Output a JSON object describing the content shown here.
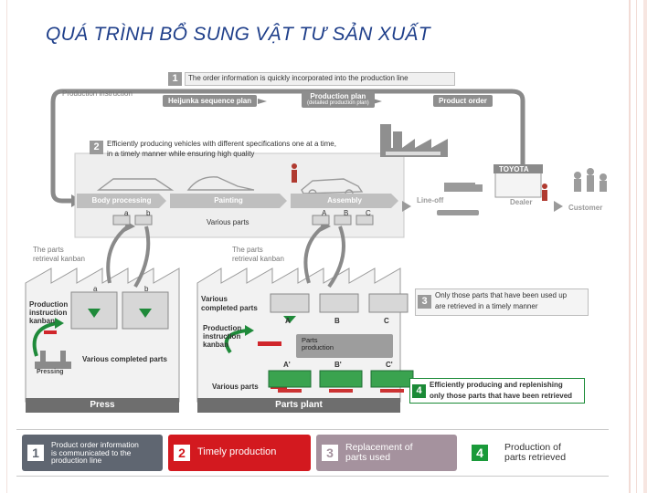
{
  "title": "QUÁ TRÌNH BỔ SUNG VẬT TƯ SẢN XUẤT",
  "diagram": {
    "step1_text": "The order information is quickly incorporated into the production line",
    "production_instruction": "Production instruction",
    "heijunka": "Heijunka sequence plan",
    "production_plan": "Production plan",
    "production_plan_sub": "(detailed production plan)",
    "product_order": "Product order",
    "step2_text_1": "Efficiently producing vehicles with different specifications one at a time,",
    "step2_text_2": "in a timely manner while ensuring high quality",
    "body_processing": "Body processing",
    "painting": "Painting",
    "assembly": "Assembly",
    "line_off": "Line-off",
    "toyota": "TOYOTA",
    "dealer": "Dealer",
    "customer": "Customer",
    "various_parts_top": "Various parts",
    "slot_a": "a",
    "slot_b": "b",
    "slot_A": "A",
    "slot_B": "B",
    "slot_C": "C",
    "slot_A2": "A'",
    "slot_B2": "B'",
    "slot_C2": "C'",
    "kanban_left_1": "The parts",
    "kanban_left_2": "retrieval kanban",
    "kanban_right_1": "The parts",
    "kanban_right_2": "retrieval kanban",
    "press_pik_1": "Production",
    "press_pik_2": "instruction",
    "press_pik_3": "kanban",
    "pressing": "Pressing",
    "press_completed": "Various completed parts",
    "press": "Press",
    "pp_completed_1": "Various",
    "pp_completed_2": "completed parts",
    "pp_pik_1": "Production",
    "pp_pik_2": "instruction",
    "pp_pik_3": "kanban",
    "parts_production_1": "Parts",
    "parts_production_2": "production",
    "pp_various_parts": "Various parts",
    "parts_plant": "Parts plant",
    "step3_text_1": "Only those parts that have been used up",
    "step3_text_2": "are retrieved in a timely manner",
    "step4_text_1": "Efficiently producing and replenishing",
    "step4_text_2": "only those parts that have been retrieved",
    "num1": "1",
    "num2": "2",
    "num3": "3",
    "num4": "4"
  },
  "legend": [
    {
      "num": "1",
      "text_1": "Product order information",
      "text_2": "is communicated to the",
      "text_3": "production line",
      "bg": "#5f6671",
      "fg": "#ffffff"
    },
    {
      "num": "2",
      "text_1": "Timely production",
      "bg": "#d3191f",
      "fg": "#ffffff"
    },
    {
      "num": "3",
      "text_1": "Replacement of",
      "text_2": "parts used",
      "bg": "#a5929e",
      "fg": "#ffffff"
    },
    {
      "num": "4",
      "text_1": "Production of",
      "text_2": "parts retrieved",
      "bg": "#ffffff",
      "fg": "#333333",
      "accent": "#1a9a3a"
    }
  ]
}
